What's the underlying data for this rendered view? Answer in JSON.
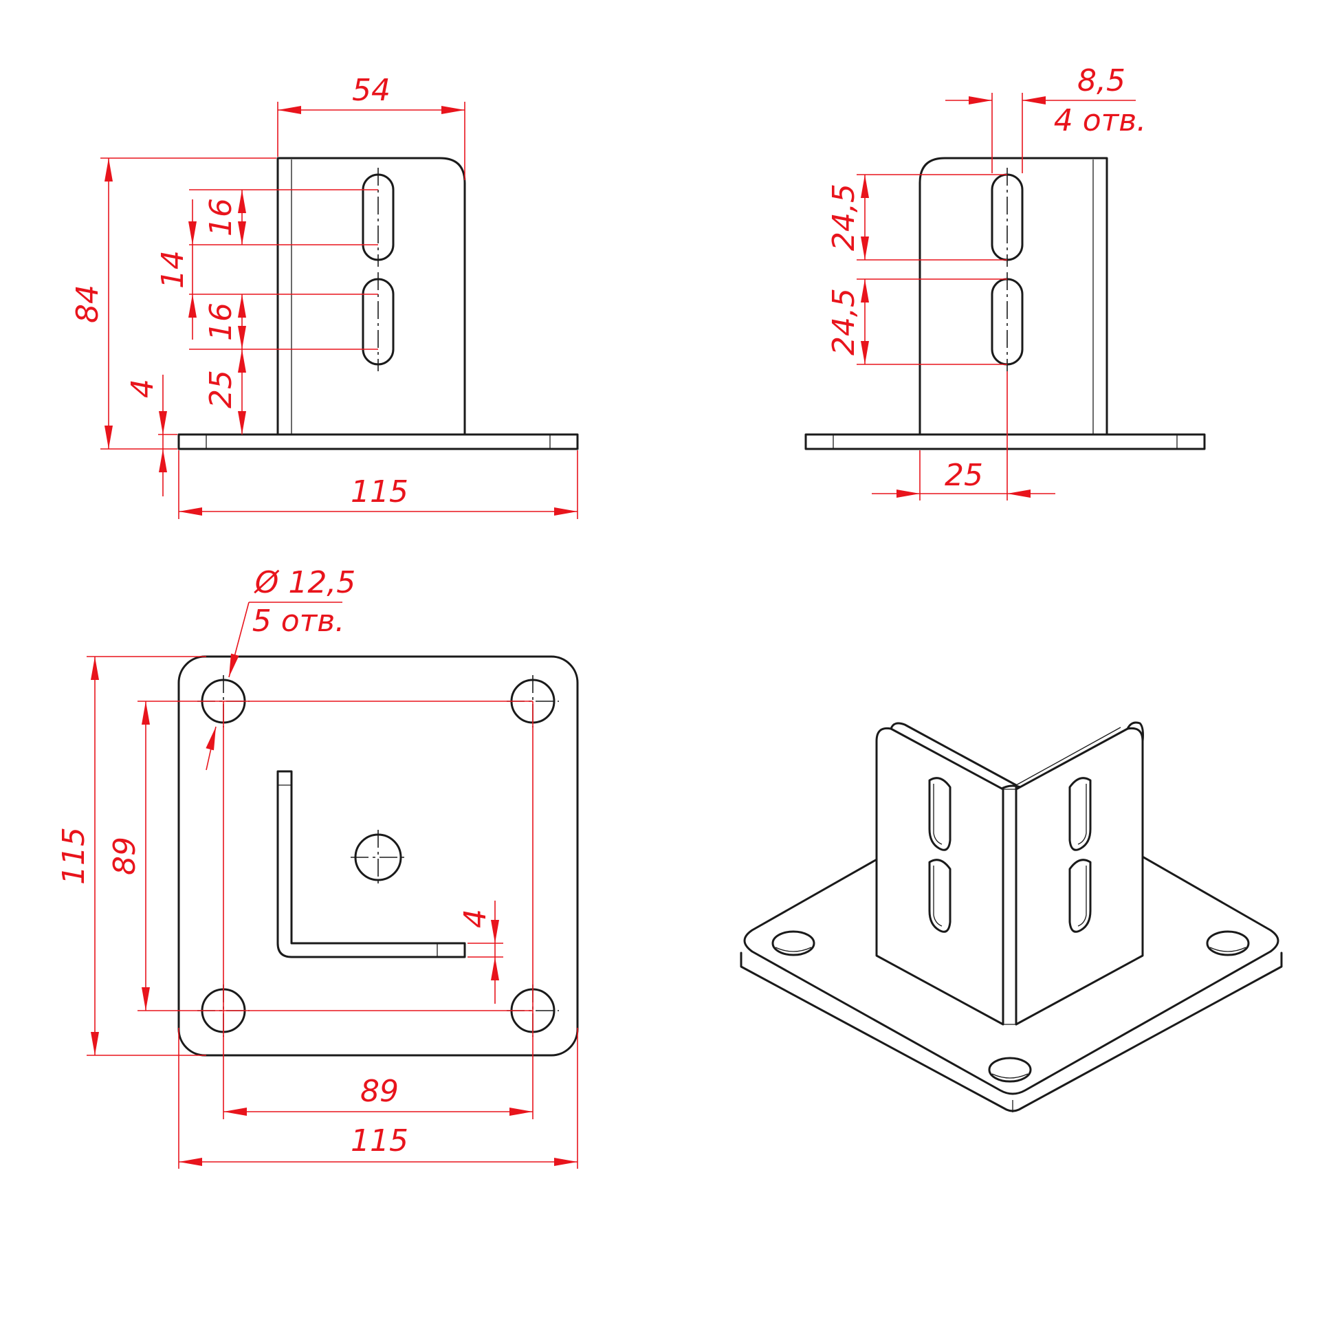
{
  "front_view": {
    "dim_width": "54",
    "dim_height": "84",
    "dim_slot_1": "16",
    "dim_gap": "14",
    "dim_slot_2": "16",
    "dim_bottom": "25",
    "dim_thickness": "4",
    "dim_base": "115"
  },
  "side_view": {
    "dim_slot_width": "8,5",
    "dim_slot_count": "4 отв.",
    "dim_slot_upper": "24,5",
    "dim_slot_lower": "24,5",
    "dim_offset": "25"
  },
  "top_view": {
    "hole_diameter": "Ø 12,5",
    "hole_count": "5 отв.",
    "dim_plate_height": "115",
    "dim_holes_height": "89",
    "dim_holes_width": "89",
    "dim_plate_width": "115",
    "dim_wall": "4"
  },
  "colors": {
    "object_lines": "#1a1a1a",
    "dimension_lines": "#e8141c"
  }
}
